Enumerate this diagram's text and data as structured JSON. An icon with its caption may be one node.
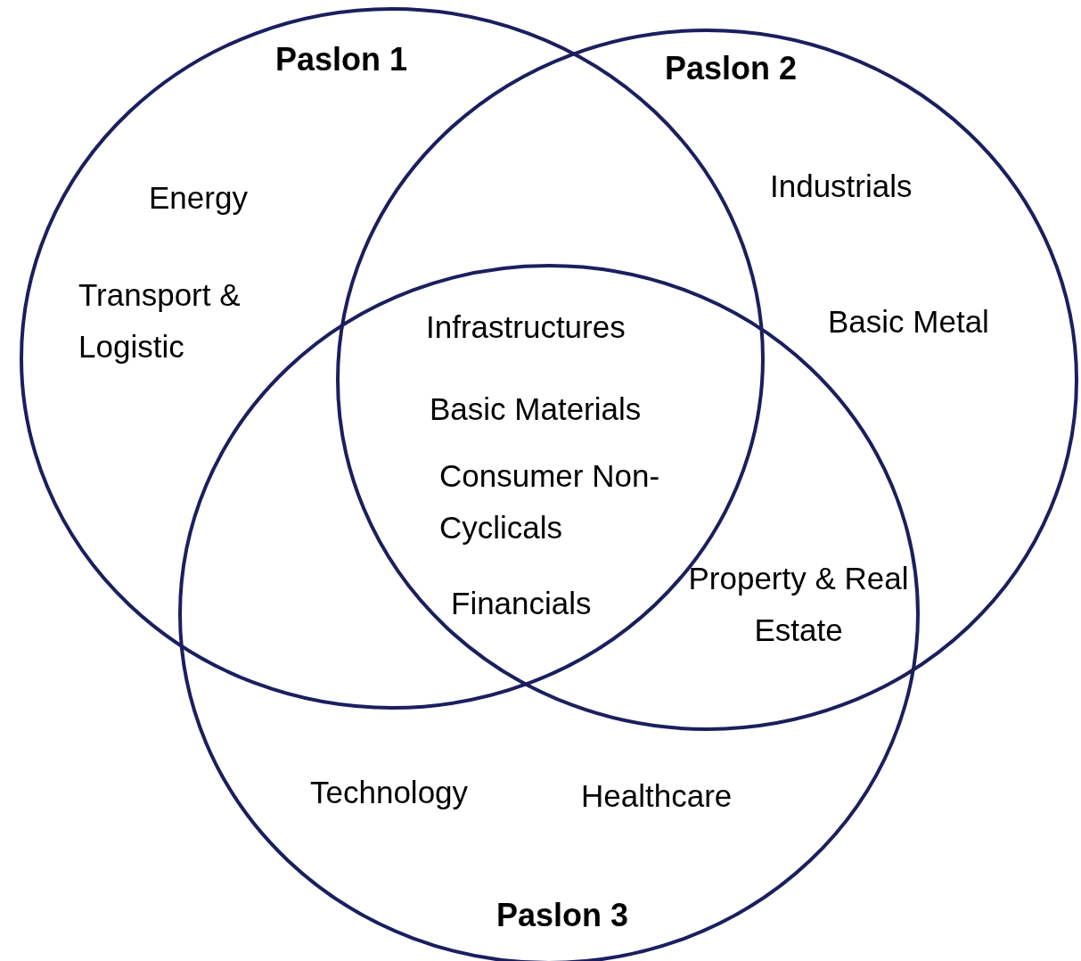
{
  "diagram": {
    "nodes": [
      {
        "text": [
          "Paslon 1"
        ]
      },
      {
        "text": [
          "Paslon 2"
        ]
      },
      {
        "text": [
          "Paslon 3"
        ]
      }
    ],
    "labels": [
      "Energy",
      "Industrials",
      "Transport & Logistic",
      "Infrastructures",
      "Basic Metal",
      "Basic Materials",
      "Consumer Non-Cyclicals",
      "Property & Real Estate",
      "Financials",
      "Technology",
      "Healthcare"
    ]
  }
}
